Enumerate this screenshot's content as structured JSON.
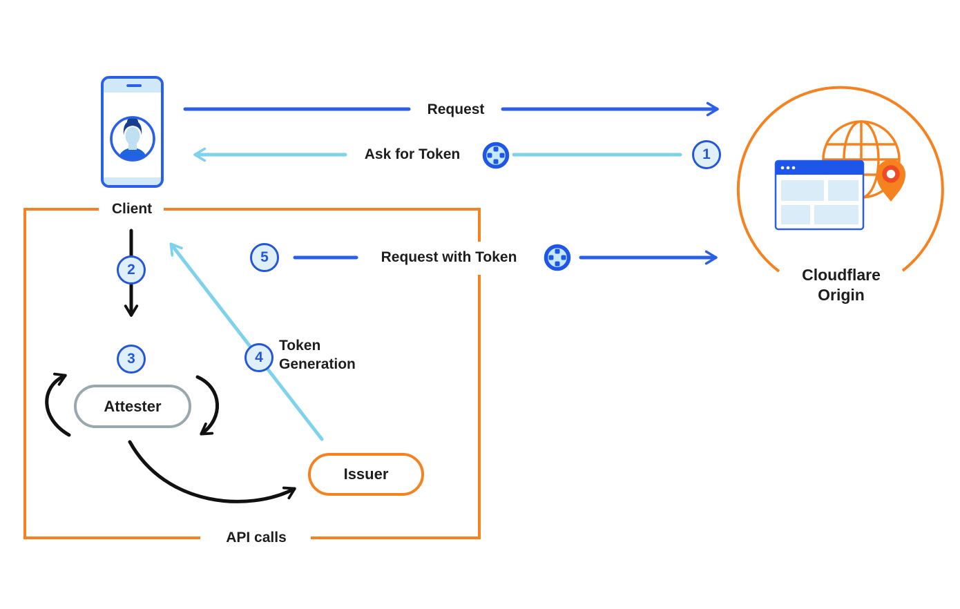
{
  "diagram_title": "Privacy Pass token flow between Client, Attester, Issuer and Cloudflare Origin",
  "colors": {
    "blue": "#2a60e8",
    "cyan": "#7dd2ec",
    "orange": "#f6821f",
    "pin_ring_red": "#ee4a23",
    "badge_fill": "#dff0fb",
    "badge_blue": "#2456d8",
    "gray_border": "#9aa7ad",
    "light_blue_fill": "#cfe9f8",
    "text": "#1d1d1f",
    "background": "#ffffff"
  },
  "nodes": {
    "client": {
      "label": "Client"
    },
    "attester": {
      "label": "Attester"
    },
    "issuer": {
      "label": "Issuer"
    },
    "origin": {
      "line1": "Cloudflare",
      "line2": "Origin"
    }
  },
  "box": {
    "label": "API calls"
  },
  "flows": {
    "request": {
      "label": "Request"
    },
    "ask_for_token": {
      "label": "Ask for Token",
      "step": "1",
      "icon": "token-icon"
    },
    "client_to_attester": {
      "step": "2"
    },
    "attestation": {
      "step": "3"
    },
    "token_generation": {
      "step": "4",
      "line1": "Token",
      "line2": "Generation"
    },
    "request_with_token": {
      "label": "Request with Token",
      "step": "5",
      "icon": "token-icon"
    }
  }
}
